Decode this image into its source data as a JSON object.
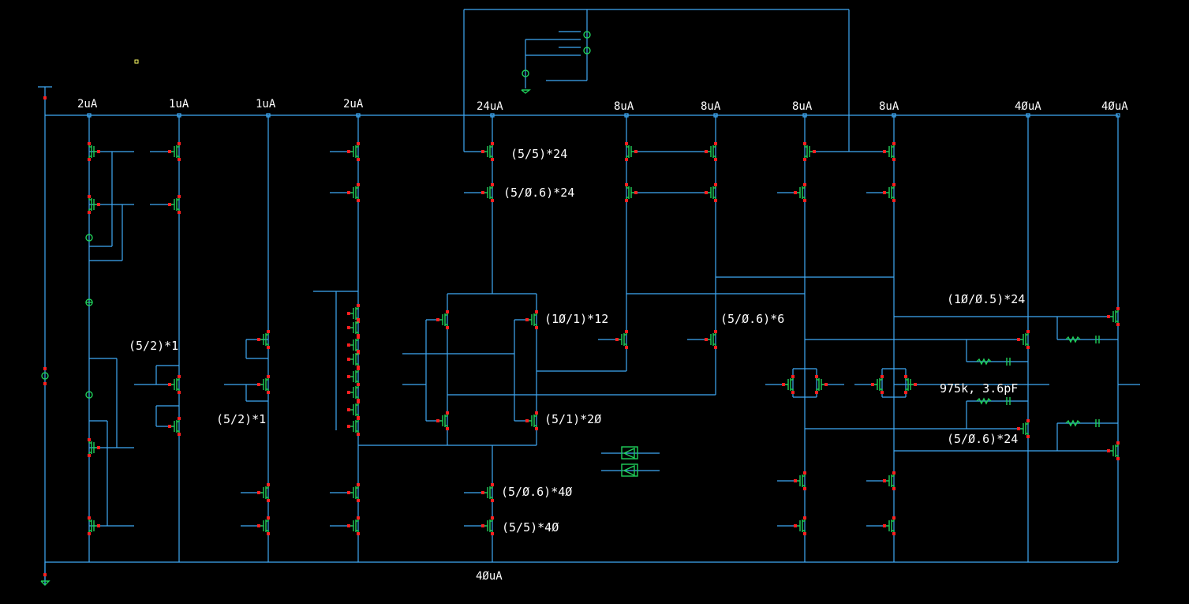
{
  "colors": {
    "background": "#000000",
    "wire": "#3fa9f5",
    "device": "#1fd05a",
    "pin": "#ff2020",
    "text": "#ffffff",
    "marker": "#ffff66"
  },
  "currents": {
    "c1": "2uA",
    "c2": "1uA",
    "c3": "1uA",
    "c4": "2uA",
    "c5": "24uA",
    "c6": "8uA",
    "c7": "8uA",
    "c8": "8uA",
    "c9": "8uA",
    "c10": "4ØuA",
    "c11": "4ØuA",
    "bottom": "4ØuA"
  },
  "sizes": {
    "s_5_5_24": "(5/5)*24",
    "s_5_06_24a": "(5/Ø.6)*24",
    "s_10_1_12": "(1Ø/1)*12",
    "s_5_06_6": "(5/Ø.6)*6",
    "s_5_2_1a": "(5/2)*1",
    "s_5_2_1b": "(5/2)*1",
    "s_5_1_20": "(5/1)*2Ø",
    "s_5_06_40": "(5/Ø.6)*4Ø",
    "s_5_5_40": "(5/5)*4Ø",
    "s_10_05_24": "(1Ø/Ø.5)*24",
    "rc": "975k, 3.6pF",
    "s_5_06_24b": "(5/Ø.6)*24"
  }
}
